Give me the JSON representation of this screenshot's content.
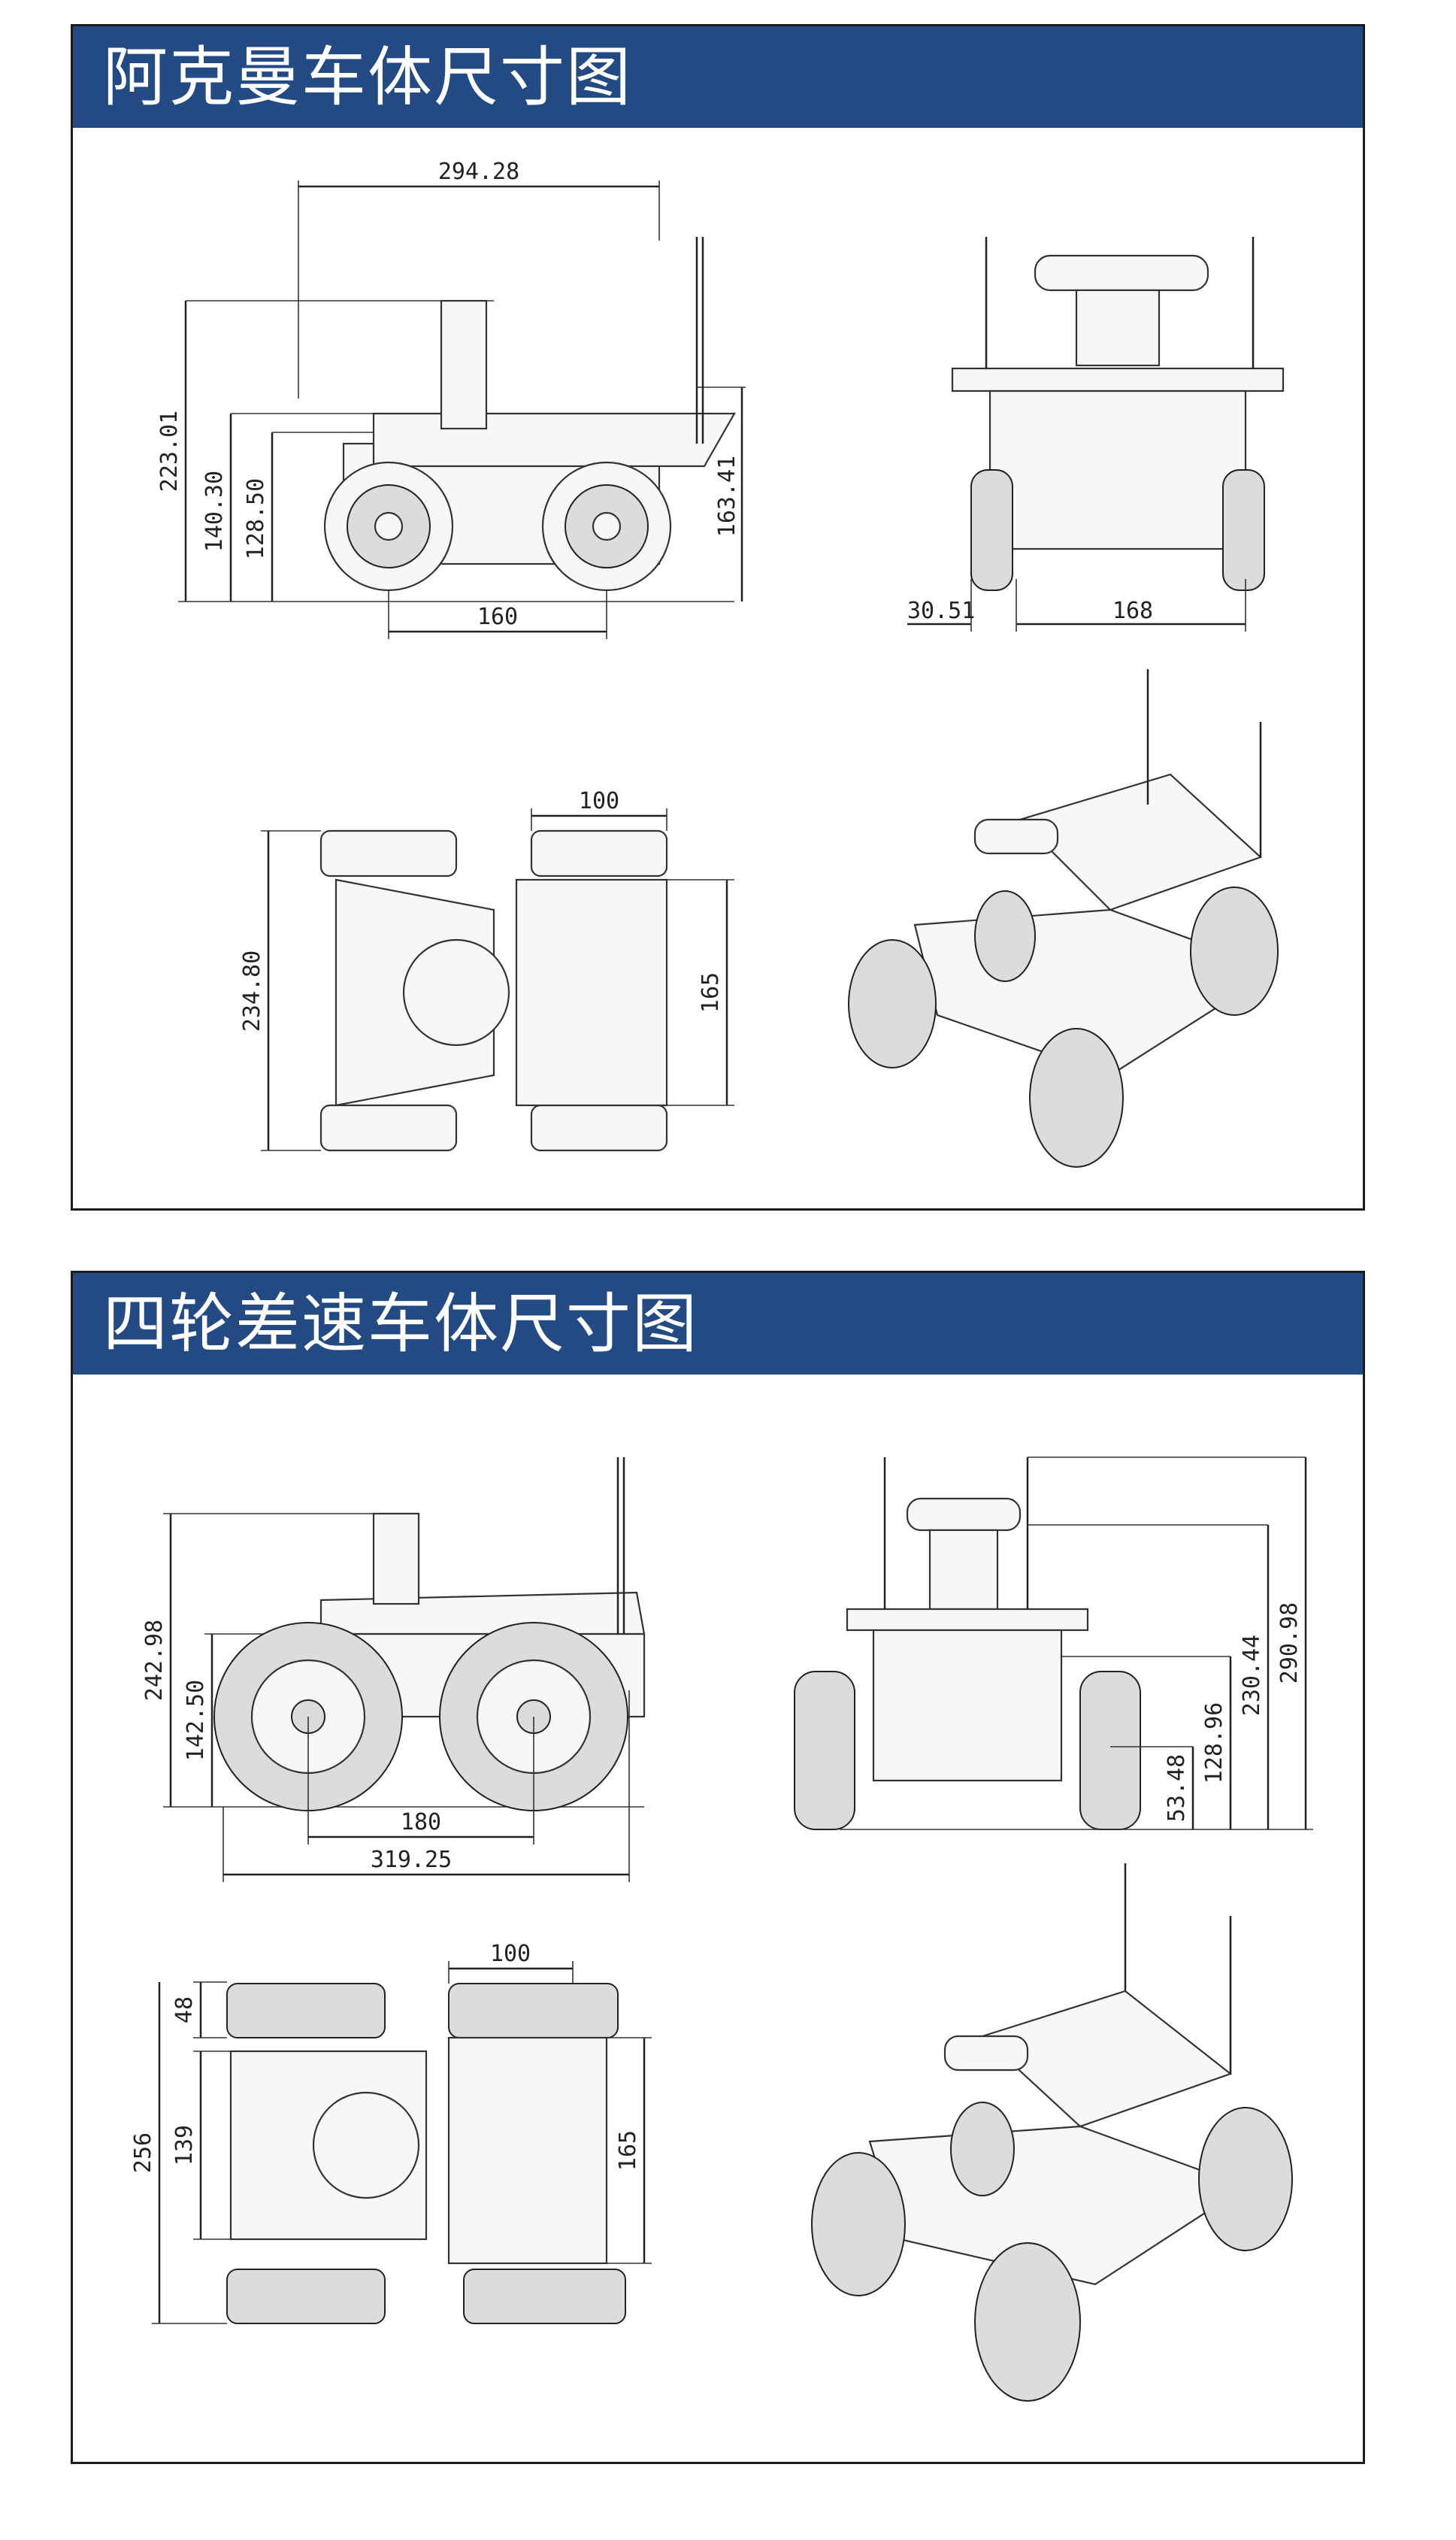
{
  "panels": [
    {
      "title": "阿克曼车体尺寸图",
      "side_view": {
        "length": "294.28",
        "total_height": "223.01",
        "height_a": "140.30",
        "height_b": "128.50",
        "wheelbase": "160",
        "antenna_height": "163.41"
      },
      "front_view": {
        "offset": "30.51",
        "track": "168"
      },
      "top_view": {
        "wheel_width": "100",
        "width": "234.80",
        "inner": "165"
      }
    },
    {
      "title": "四轮差速车体尺寸图",
      "side_view": {
        "total_height": "242.98",
        "height_a": "142.50",
        "wheelbase": "180",
        "length": "319.25"
      },
      "front_view": {
        "h1": "53.48",
        "h2": "128.96",
        "h3": "230.44",
        "h4": "290.98"
      },
      "top_view": {
        "wheel_width": "100",
        "tread": "48",
        "width": "256",
        "inner_a": "139",
        "inner_b": "165"
      }
    }
  ]
}
